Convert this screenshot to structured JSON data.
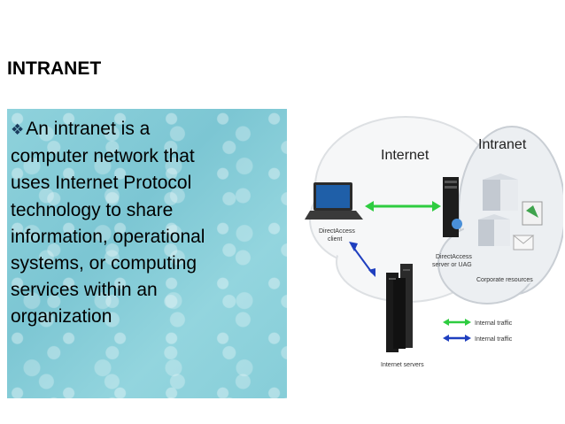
{
  "slide": {
    "title": "INTRANET",
    "bullet_text": "An intranet is a\ncomputer network that\nuses Internet Protocol\ntechnology to share\ninformation, operational\nsystems, or computing\nservices within an\norganization"
  },
  "diagram": {
    "internet_label": "Internet",
    "intranet_label": "Intranet",
    "client_label_1": "DirectAccess",
    "client_label_2": "client",
    "server_label_1": "DirectAccess",
    "server_label_2": "server or UAG",
    "corp_label": "Corporate resources",
    "internet_servers_label": "Internet servers",
    "legend_internal": "Internal traffic",
    "legend_internal_2": "Internal traffic",
    "colors": {
      "green_arrow": "#2ecc40",
      "blue_arrow": "#1f3fbf"
    }
  }
}
